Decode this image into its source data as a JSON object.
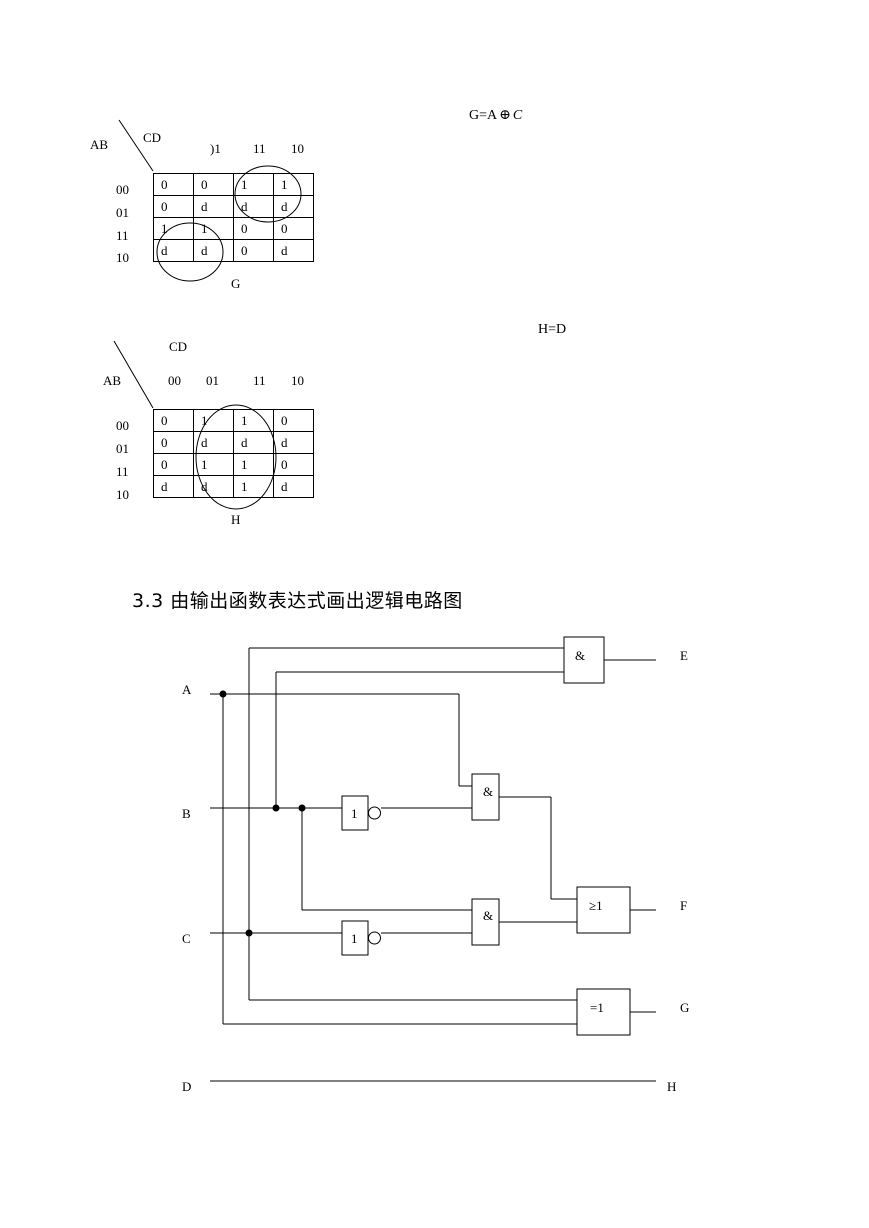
{
  "map_g": {
    "row_var": "AB",
    "col_var": "CD",
    "col_headers": [
      ")1",
      "11",
      "10"
    ],
    "row_headers": [
      "00",
      "01",
      "11",
      "10"
    ],
    "cells": [
      [
        "0",
        "0",
        "1",
        "1"
      ],
      [
        "0",
        "d",
        "d",
        "d"
      ],
      [
        "1",
        "1",
        "0",
        "0"
      ],
      [
        "d",
        "d",
        "0",
        "d"
      ]
    ],
    "caption": "G",
    "equation_prefix": "G=A",
    "equation_op": "⊕",
    "equation_var": "C"
  },
  "map_h": {
    "row_var": "AB",
    "col_var": "CD",
    "col_headers": [
      "00",
      "01",
      "11",
      "10"
    ],
    "row_headers": [
      "00",
      "01",
      "11",
      "10"
    ],
    "cells": [
      [
        "0",
        "1",
        "1",
        "0"
      ],
      [
        "0",
        "d",
        "d",
        "d"
      ],
      [
        "0",
        "1",
        "1",
        "0"
      ],
      [
        "d",
        "d",
        "1",
        "d"
      ]
    ],
    "caption": "H",
    "equation": "H=D"
  },
  "section_heading": "3.3 由输出函数表达式画出逻辑电路图",
  "circuit": {
    "inputs": [
      "A",
      "B",
      "C",
      "D"
    ],
    "outputs": [
      "E",
      "F",
      "G",
      "H"
    ],
    "gates": {
      "and_e": "&",
      "not_b": "1",
      "and_1": "&",
      "not_c": "1",
      "and_2": "&",
      "or_f": "≥1",
      "xor_g": "=1"
    }
  }
}
